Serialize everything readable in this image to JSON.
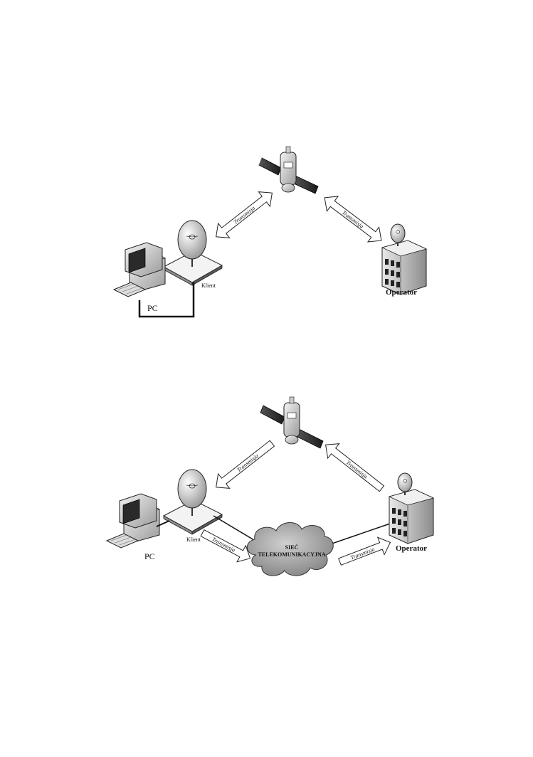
{
  "top_diagram": {
    "pc_label": "PC",
    "client_label": "Klient",
    "operator_label": "Operator",
    "arrow_left_label": "Transmisja",
    "arrow_right_label": "Transmisja"
  },
  "bottom_diagram": {
    "pc_label": "PC",
    "client_label": "Klient",
    "operator_label": "Operator",
    "network_label_line1": "SIEĆ",
    "network_label_line2": "TELEKOMUNIKACYJNA",
    "arrow_sat_to_client_label": "Transmisja",
    "arrow_operator_to_sat_label": "Transmisja",
    "arrow_client_to_net_label": "Transmisja",
    "arrow_net_to_operator_label": "Transmisja"
  }
}
